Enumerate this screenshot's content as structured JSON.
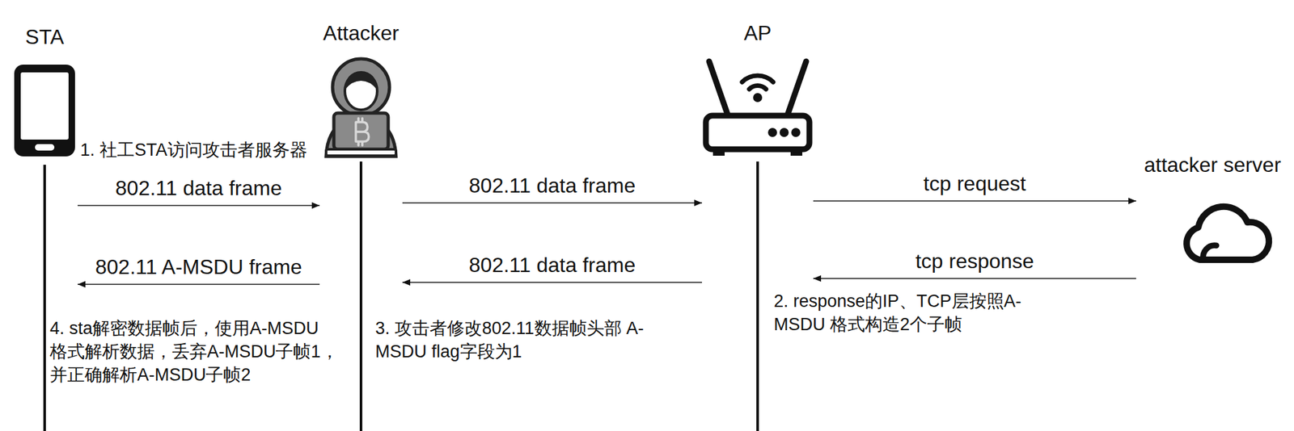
{
  "diagram": {
    "nodes": [
      {
        "text": [
          "STA"
        ]
      },
      {
        "text": [
          "Attacker"
        ]
      },
      {
        "text": [
          "AP"
        ]
      },
      {
        "text": [
          "attacker server"
        ]
      }
    ],
    "edges": [
      {
        "from": 0,
        "to": 1,
        "label": "802.11 data frame",
        "arrow": "to"
      },
      {
        "from": 1,
        "to": 2,
        "label": "802.11 data frame",
        "arrow": "to"
      },
      {
        "from": 2,
        "to": 3,
        "label": "tcp request",
        "arrow": "to"
      },
      {
        "from": 3,
        "to": 2,
        "label": "tcp response",
        "arrow": "to"
      },
      {
        "from": 2,
        "to": 1,
        "label": "802.11 data frame",
        "arrow": "to"
      },
      {
        "from": 1,
        "to": 0,
        "label": "802.11 A-MSDU frame",
        "arrow": "to"
      }
    ],
    "labels": [
      "1. 社工STA访问攻击者服务器",
      "2. response的IP、TCP层按照A-MSDU 格式构造2个子帧",
      "3. 攻击者修改802.11数据帧头部 A-MSDU flag字段为1",
      "4. sta解密数据帧后，使用A-MSDU 格式解析数据，丢弃A-MSDU子帧1， 并正确解析A-MSDU子帧2"
    ]
  }
}
